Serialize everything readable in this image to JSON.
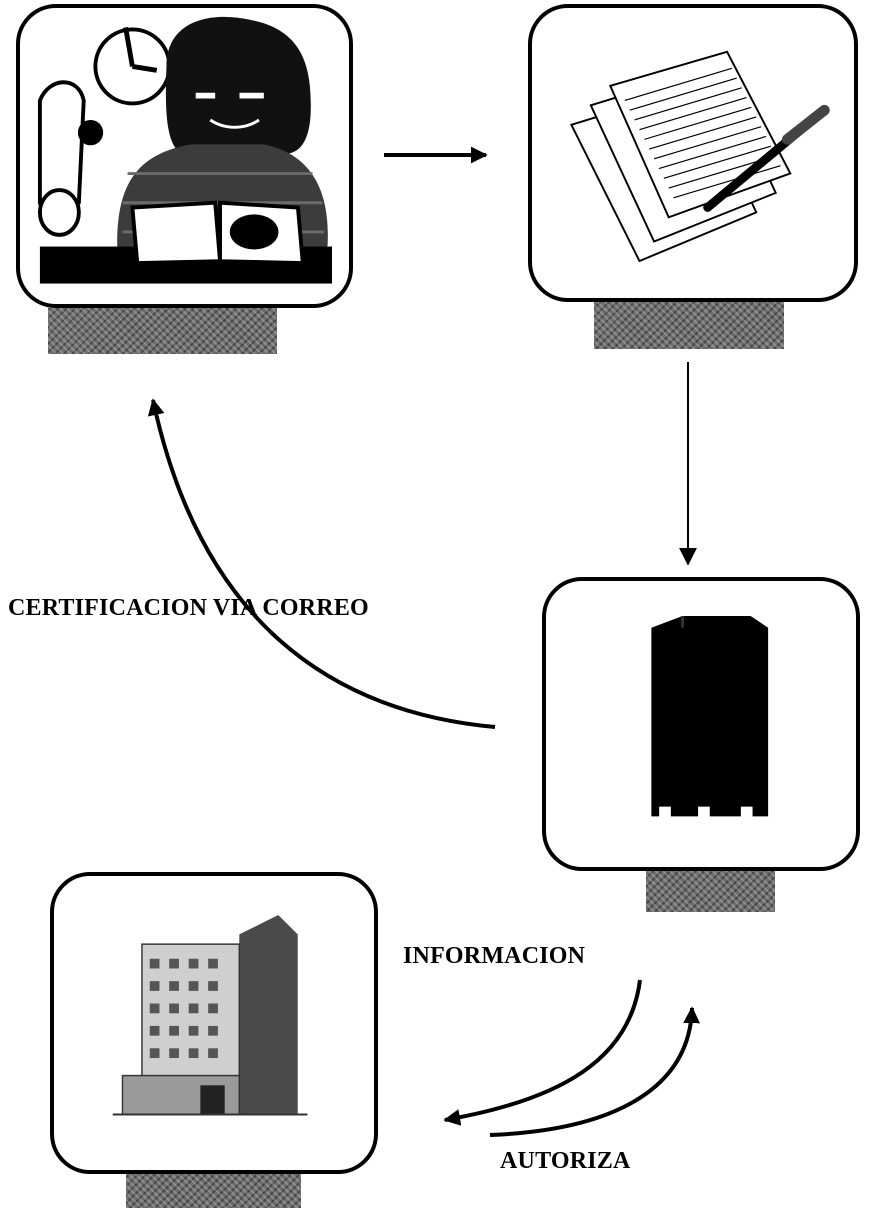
{
  "nodes": [
    {
      "id": "clerk",
      "icon": "woman-reading-ledger-icon"
    },
    {
      "id": "documents",
      "icon": "papers-and-pen-icon"
    },
    {
      "id": "filing",
      "icon": "file-cabinet-icon"
    },
    {
      "id": "office",
      "icon": "office-building-icon"
    }
  ],
  "labels": {
    "certification": "CERTIFICACION VIA CORREO",
    "information": "INFORMACION",
    "authorizes": "AUTORIZA"
  }
}
